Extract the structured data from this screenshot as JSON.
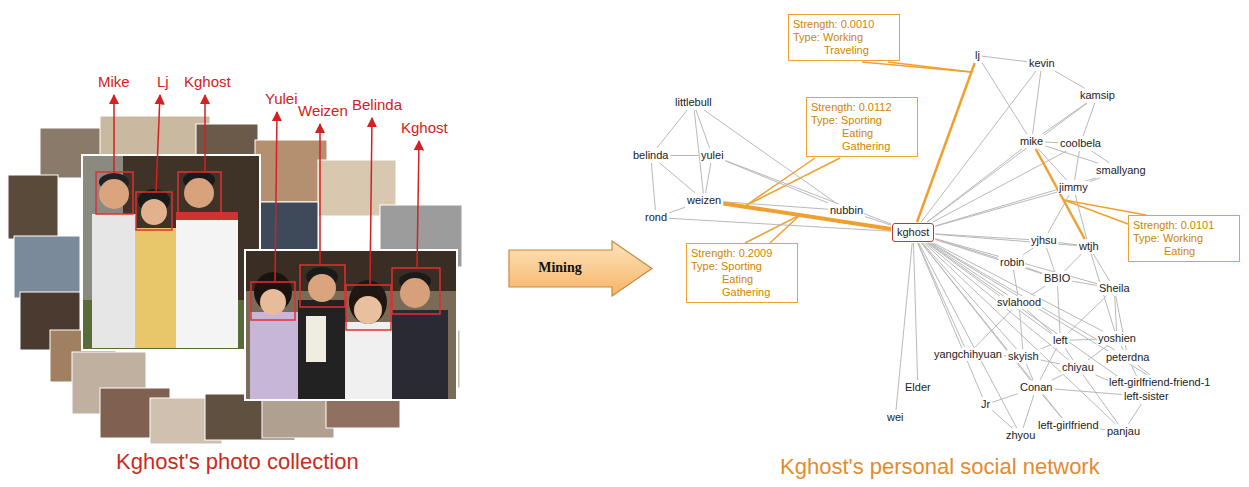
{
  "diagram": {
    "nodes": [
      {
        "text": [
          "Mining"
        ]
      },
      {
        "text": [
          "Strength: 0.0010",
          "Type: Working Traveling"
        ]
      },
      {
        "text": [
          "Strength: 0.0112",
          "Type: Sporting Eating Gathering"
        ]
      },
      {
        "text": [
          "Strength: 0.2009",
          "Type: Sporting Eating Gathering"
        ]
      },
      {
        "text": [
          "Strength: 0.0101",
          "Type: Working Eating"
        ]
      },
      {
        "text": [
          "littlebull"
        ]
      },
      {
        "text": [
          "belinda"
        ]
      },
      {
        "text": [
          "yulei"
        ]
      },
      {
        "text": [
          "weizen"
        ]
      },
      {
        "text": [
          "rond"
        ]
      },
      {
        "text": [
          "nubbin"
        ]
      },
      {
        "text": [
          "kghost"
        ]
      },
      {
        "text": [
          "lj"
        ]
      },
      {
        "text": [
          "kevin"
        ]
      },
      {
        "text": [
          "kamsip"
        ]
      },
      {
        "text": [
          "mike"
        ]
      },
      {
        "text": [
          "coolbela"
        ]
      },
      {
        "text": [
          "smallyang"
        ]
      },
      {
        "text": [
          "jimmy"
        ]
      },
      {
        "text": [
          "yjhsu"
        ]
      },
      {
        "text": [
          "wtjh"
        ]
      },
      {
        "text": [
          "robin"
        ]
      },
      {
        "text": [
          "BBIO"
        ]
      },
      {
        "text": [
          "Sheila"
        ]
      },
      {
        "text": [
          "svlahood"
        ]
      },
      {
        "text": [
          "yangchihyuan"
        ]
      },
      {
        "text": [
          "skyish"
        ]
      },
      {
        "text": [
          "left"
        ]
      },
      {
        "text": [
          "yoshien"
        ]
      },
      {
        "text": [
          "peterdna"
        ]
      },
      {
        "text": [
          "chiyau"
        ]
      },
      {
        "text": [
          "Conan"
        ]
      },
      {
        "text": [
          "left-girlfriend-friend-1"
        ]
      },
      {
        "text": [
          "left-sister"
        ]
      },
      {
        "text": [
          "Elder"
        ]
      },
      {
        "text": [
          "wei"
        ]
      },
      {
        "text": [
          "Jr"
        ]
      },
      {
        "text": [
          "zhyou"
        ]
      },
      {
        "text": [
          "left-girlfriend"
        ]
      },
      {
        "text": [
          "panjau"
        ]
      }
    ],
    "edges": [
      {
        "from": 5,
        "to": 6,
        "arrow": "none"
      },
      {
        "from": 5,
        "to": 7,
        "arrow": "none"
      },
      {
        "from": 5,
        "to": 8,
        "arrow": "none"
      },
      {
        "from": 6,
        "to": 7,
        "arrow": "none"
      },
      {
        "from": 6,
        "to": 8,
        "arrow": "none"
      },
      {
        "from": 7,
        "to": 8,
        "arrow": "none"
      },
      {
        "from": 6,
        "to": 9,
        "arrow": "none"
      },
      {
        "from": 8,
        "to": 9,
        "arrow": "none"
      },
      {
        "from": 7,
        "to": 10,
        "arrow": "none"
      },
      {
        "from": 8,
        "to": 10,
        "arrow": "none"
      },
      {
        "from": 5,
        "to": 10,
        "arrow": "none"
      },
      {
        "from": 11,
        "to": 7,
        "arrow": "none"
      },
      {
        "from": 11,
        "to": 8,
        "arrow": "none"
      },
      {
        "from": 11,
        "to": 9,
        "arrow": "none"
      },
      {
        "from": 11,
        "to": 10,
        "arrow": "none"
      },
      {
        "from": 11,
        "to": 12,
        "arrow": "none"
      },
      {
        "from": 11,
        "to": 13,
        "arrow": "none"
      },
      {
        "from": 11,
        "to": 14,
        "arrow": "none"
      },
      {
        "from": 11,
        "to": 15,
        "arrow": "none"
      },
      {
        "from": 11,
        "to": 16,
        "arrow": "none"
      },
      {
        "from": 11,
        "to": 17,
        "arrow": "none"
      },
      {
        "from": 11,
        "to": 18,
        "arrow": "none"
      },
      {
        "from": 11,
        "to": 19,
        "arrow": "none"
      },
      {
        "from": 11,
        "to": 20,
        "arrow": "none"
      },
      {
        "from": 11,
        "to": 21,
        "arrow": "none"
      },
      {
        "from": 11,
        "to": 22,
        "arrow": "none"
      },
      {
        "from": 11,
        "to": 23,
        "arrow": "none"
      },
      {
        "from": 11,
        "to": 24,
        "arrow": "none"
      },
      {
        "from": 11,
        "to": 25,
        "arrow": "none"
      },
      {
        "from": 11,
        "to": 26,
        "arrow": "none"
      },
      {
        "from": 11,
        "to": 27,
        "arrow": "none"
      },
      {
        "from": 11,
        "to": 28,
        "arrow": "none"
      },
      {
        "from": 11,
        "to": 29,
        "arrow": "none"
      },
      {
        "from": 11,
        "to": 30,
        "arrow": "none"
      },
      {
        "from": 11,
        "to": 31,
        "arrow": "none"
      },
      {
        "from": 11,
        "to": 32,
        "arrow": "none"
      },
      {
        "from": 11,
        "to": 33,
        "arrow": "none"
      },
      {
        "from": 11,
        "to": 34,
        "arrow": "none"
      },
      {
        "from": 11,
        "to": 35,
        "arrow": "none"
      },
      {
        "from": 11,
        "to": 36,
        "arrow": "none"
      },
      {
        "from": 11,
        "to": 37,
        "arrow": "none"
      },
      {
        "from": 11,
        "to": 38,
        "arrow": "none"
      },
      {
        "from": 11,
        "to": 39,
        "arrow": "none"
      },
      {
        "from": 12,
        "to": 13,
        "arrow": "none"
      },
      {
        "from": 12,
        "to": 15,
        "arrow": "none"
      },
      {
        "from": 13,
        "to": 14,
        "arrow": "none"
      },
      {
        "from": 13,
        "to": 15,
        "arrow": "none"
      },
      {
        "from": 14,
        "to": 15,
        "arrow": "none"
      },
      {
        "from": 14,
        "to": 16,
        "arrow": "none"
      },
      {
        "from": 15,
        "to": 16,
        "arrow": "none"
      },
      {
        "from": 15,
        "to": 17,
        "arrow": "none"
      },
      {
        "from": 15,
        "to": 18,
        "arrow": "none"
      },
      {
        "from": 15,
        "to": 20,
        "arrow": "none"
      },
      {
        "from": 16,
        "to": 17,
        "arrow": "none"
      },
      {
        "from": 16,
        "to": 18,
        "arrow": "none"
      },
      {
        "from": 17,
        "to": 18,
        "arrow": "none"
      },
      {
        "from": 18,
        "to": 19,
        "arrow": "none"
      },
      {
        "from": 18,
        "to": 20,
        "arrow": "none"
      },
      {
        "from": 19,
        "to": 20,
        "arrow": "none"
      },
      {
        "from": 19,
        "to": 21,
        "arrow": "none"
      },
      {
        "from": 19,
        "to": 22,
        "arrow": "none"
      },
      {
        "from": 20,
        "to": 22,
        "arrow": "none"
      },
      {
        "from": 20,
        "to": 23,
        "arrow": "none"
      },
      {
        "from": 20,
        "to": 28,
        "arrow": "none"
      },
      {
        "from": 21,
        "to": 22,
        "arrow": "none"
      },
      {
        "from": 21,
        "to": 24,
        "arrow": "none"
      },
      {
        "from": 22,
        "to": 23,
        "arrow": "none"
      },
      {
        "from": 22,
        "to": 24,
        "arrow": "none"
      },
      {
        "from": 22,
        "to": 27,
        "arrow": "none"
      },
      {
        "from": 23,
        "to": 27,
        "arrow": "none"
      },
      {
        "from": 23,
        "to": 28,
        "arrow": "none"
      },
      {
        "from": 23,
        "to": 29,
        "arrow": "none"
      },
      {
        "from": 24,
        "to": 25,
        "arrow": "none"
      },
      {
        "from": 24,
        "to": 26,
        "arrow": "none"
      },
      {
        "from": 24,
        "to": 27,
        "arrow": "none"
      },
      {
        "from": 25,
        "to": 26,
        "arrow": "none"
      },
      {
        "from": 26,
        "to": 27,
        "arrow": "none"
      },
      {
        "from": 26,
        "to": 30,
        "arrow": "none"
      },
      {
        "from": 26,
        "to": 31,
        "arrow": "none"
      },
      {
        "from": 27,
        "to": 28,
        "arrow": "none"
      },
      {
        "from": 27,
        "to": 30,
        "arrow": "none"
      },
      {
        "from": 27,
        "to": 31,
        "arrow": "none"
      },
      {
        "from": 28,
        "to": 29,
        "arrow": "none"
      },
      {
        "from": 28,
        "to": 30,
        "arrow": "none"
      },
      {
        "from": 29,
        "to": 32,
        "arrow": "none"
      },
      {
        "from": 29,
        "to": 33,
        "arrow": "none"
      },
      {
        "from": 30,
        "to": 31,
        "arrow": "none"
      },
      {
        "from": 30,
        "to": 33,
        "arrow": "none"
      },
      {
        "from": 30,
        "to": 39,
        "arrow": "none"
      },
      {
        "from": 31,
        "to": 33,
        "arrow": "none"
      },
      {
        "from": 31,
        "to": 36,
        "arrow": "none"
      },
      {
        "from": 31,
        "to": 37,
        "arrow": "none"
      },
      {
        "from": 31,
        "to": 38,
        "arrow": "none"
      },
      {
        "from": 32,
        "to": 33,
        "arrow": "none"
      },
      {
        "from": 33,
        "to": 39,
        "arrow": "none"
      },
      {
        "from": 36,
        "to": 37,
        "arrow": "none"
      },
      {
        "from": 38,
        "to": 39,
        "arrow": "none"
      }
    ],
    "labels": [
      "Mike",
      "Lj",
      "Kghost",
      "Yulei",
      "Weizen",
      "Belinda",
      "Kghost",
      "Kghost's photo collection",
      "Kghost's personal social network"
    ]
  }
}
